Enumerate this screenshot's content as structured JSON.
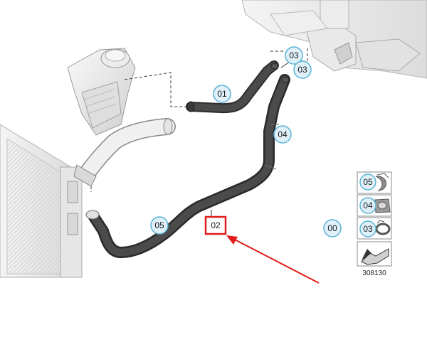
{
  "callouts": {
    "c01": "01",
    "c03a": "03",
    "c03b": "03",
    "c04": "04",
    "c05": "05",
    "c02": "02",
    "c00": "00"
  },
  "legend": {
    "l05": "05",
    "l04": "04",
    "l03": "03"
  },
  "reference_number": "308130",
  "colors": {
    "callout_fill": "#dff0f8",
    "callout_stroke": "#5ab3d6",
    "highlight": "#e01b1b",
    "hose": "#3d3d3d",
    "outline": "#8a8a8a"
  }
}
